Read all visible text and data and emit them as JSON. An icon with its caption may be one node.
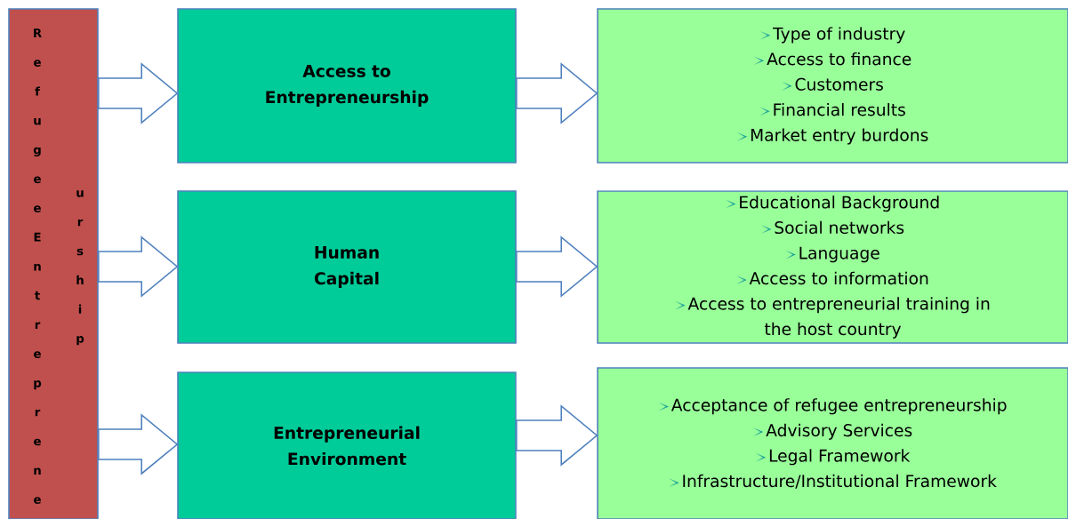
{
  "diagram": {
    "nodes": [
      {
        "text": [
          "RefugeeEntreprene",
          "urship"
        ]
      },
      {
        "text": [
          "Access to Entrepreneurship"
        ]
      },
      {
        "text": [
          "Human Capital"
        ]
      },
      {
        "text": [
          "Entrepreneurial Environment"
        ]
      },
      {
        "text": [
          "Type of industry",
          "Access to finance",
          "Customers",
          "Financial results",
          "Market entry burdons"
        ]
      },
      {
        "text": [
          "Educational Background",
          "Social networks",
          "Language",
          "Access to information",
          "Access to entrepreneurial training in the host country"
        ]
      },
      {
        "text": [
          "Acceptance of refugee entrepreneurship",
          "Advisory Services",
          "Legal Framework",
          "Infrastructure/Institutional Framework"
        ]
      }
    ],
    "edges": [
      {
        "from": 0,
        "to": 1,
        "arrow": "to"
      },
      {
        "from": 0,
        "to": 2,
        "arrow": "to"
      },
      {
        "from": 0,
        "to": 3,
        "arrow": "to"
      },
      {
        "from": 1,
        "to": 4,
        "arrow": "to"
      },
      {
        "from": 2,
        "to": 5,
        "arrow": "to"
      },
      {
        "from": 3,
        "to": 6,
        "arrow": "to"
      }
    ]
  }
}
